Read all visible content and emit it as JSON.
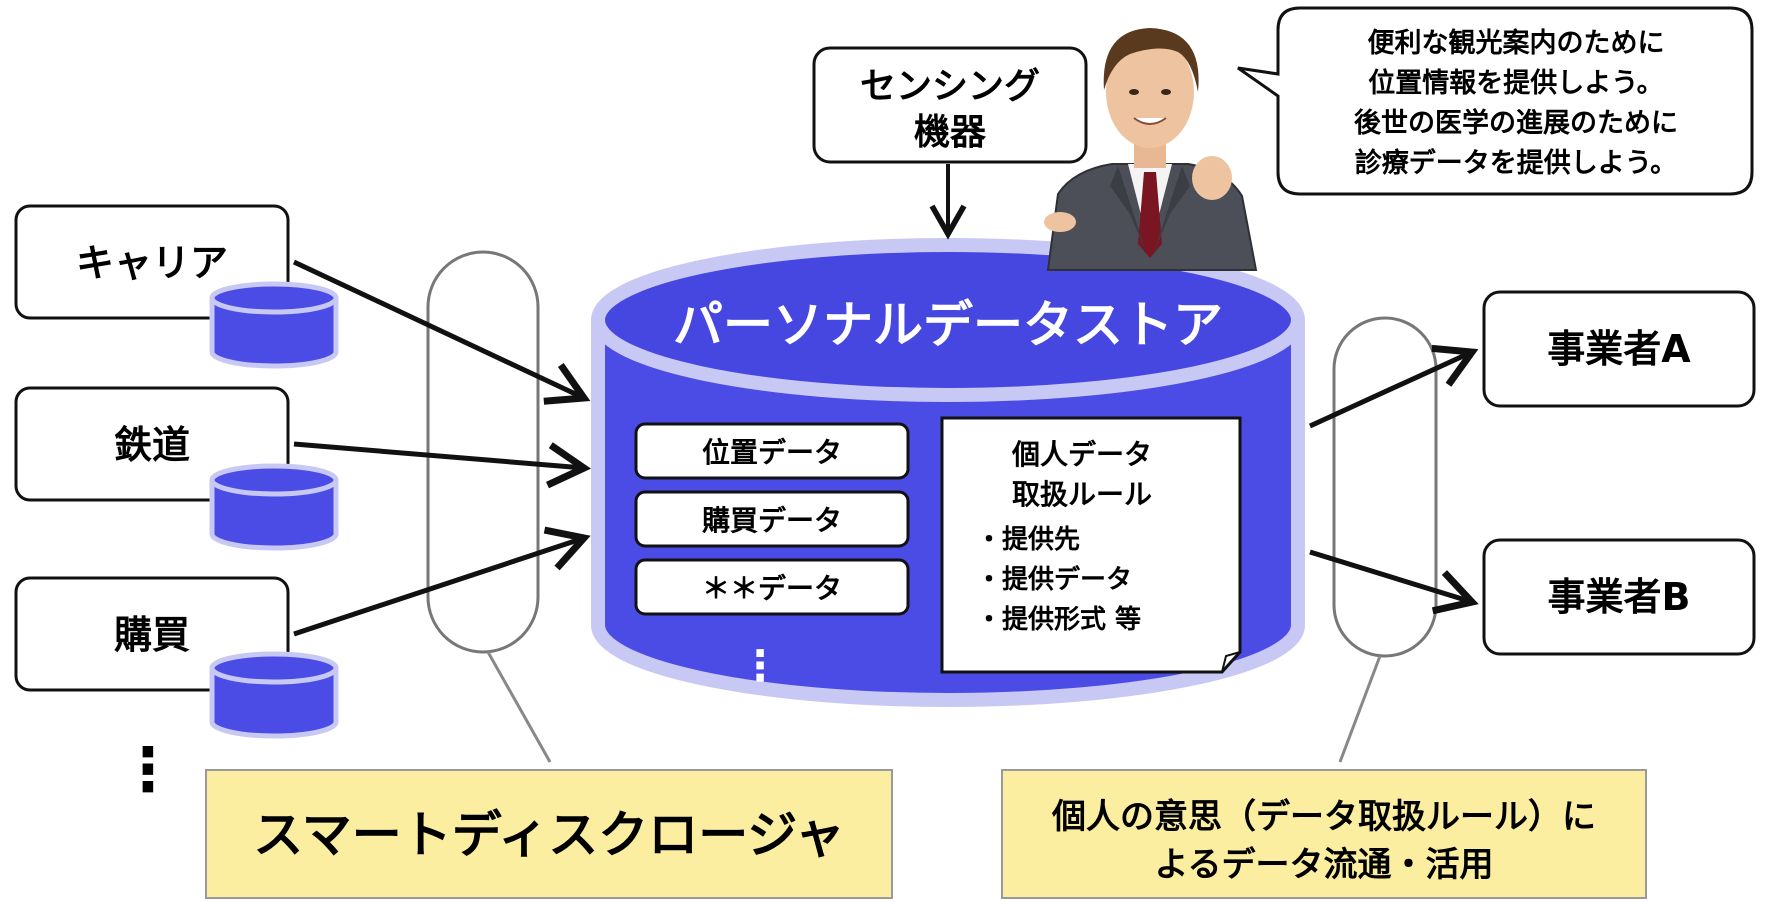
{
  "sources": [
    {
      "label": "キャリア"
    },
    {
      "label": "鉄道"
    },
    {
      "label": "購買"
    }
  ],
  "sources_more": "⋮",
  "sensing": {
    "line1": "センシング",
    "line2": "機器"
  },
  "speech": {
    "lines": [
      "便利な観光案内のために",
      "位置情報を提供しよう。",
      "後世の医学の進展のために",
      "診療データを提供しよう。"
    ]
  },
  "store": {
    "title": "パーソナルデータストア",
    "data_items": [
      "位置データ",
      "購買データ",
      "＊＊データ"
    ],
    "data_more": "⋮",
    "rules": {
      "title_line1": "個人データ",
      "title_line2": "取扱ルール",
      "items": [
        "・提供先",
        "・提供データ",
        "・提供形式 等"
      ]
    }
  },
  "businesses": [
    "事業者A",
    "事業者B"
  ],
  "labels": {
    "smart_disclosure": "スマートディスクロージャ",
    "intent_line1": "個人の意思（データ取扱ルール）に",
    "intent_line2": "よるデータ流通・活用"
  },
  "colors": {
    "store_fill": "#4b4be6",
    "store_top": "#4646e0",
    "store_rim": "#c8c8f5",
    "label_fill": "#fbeea0",
    "arrow": "#111111"
  }
}
